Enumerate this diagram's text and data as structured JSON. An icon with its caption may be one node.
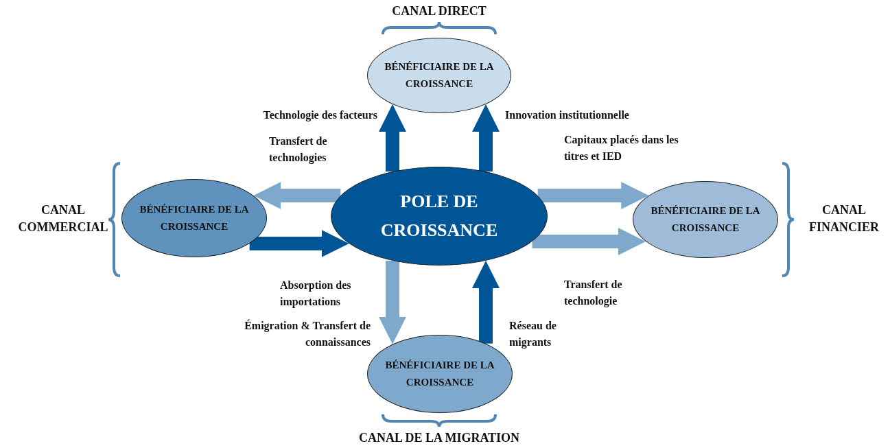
{
  "diagram": {
    "nodes": [
      {
        "text": [
          "POLE DE CROISSANCE"
        ]
      },
      {
        "text": [
          "BÉNÉFICIAIRE DE LA CROISSANCE"
        ]
      },
      {
        "text": [
          "BÉNÉFICIAIRE DE LA CROISSANCE"
        ]
      },
      {
        "text": [
          "BÉNÉFICIAIRE DE LA CROISSANCE"
        ]
      },
      {
        "text": [
          "BÉNÉFICIAIRE DE LA CROISSANCE"
        ]
      }
    ],
    "edges": [
      {
        "from": 0,
        "to": 1,
        "arrow": "to",
        "label": "Technologie des facteurs"
      },
      {
        "from": 0,
        "to": 1,
        "arrow": "to",
        "label": "Innovation institutionnelle"
      },
      {
        "from": 0,
        "to": 2,
        "arrow": "to",
        "label": "Transfert de technologies",
        "color": "#7fa9cc"
      },
      {
        "from": 2,
        "to": 0,
        "arrow": "to",
        "label": "Absorption des importations"
      },
      {
        "from": 0,
        "to": 3,
        "arrow": "to",
        "label": "Capitaux placés dans les titres et IED",
        "color": "#7fa9cc"
      },
      {
        "from": 0,
        "to": 3,
        "arrow": "to",
        "label": "Transfert de technologie",
        "color": "#7fa9cc"
      },
      {
        "from": 0,
        "to": 4,
        "arrow": "to",
        "label": "Émigration & Transfert de connaissances",
        "color": "#7fa9cc"
      },
      {
        "from": 4,
        "to": 0,
        "arrow": "to",
        "label": "Réseau de migrants"
      }
    ],
    "labels": [
      "CANAL DIRECT",
      "CANAL COMMERCIAL",
      "CANAL FINANCIER",
      "CANAL DE LA MIGRATION"
    ]
  }
}
